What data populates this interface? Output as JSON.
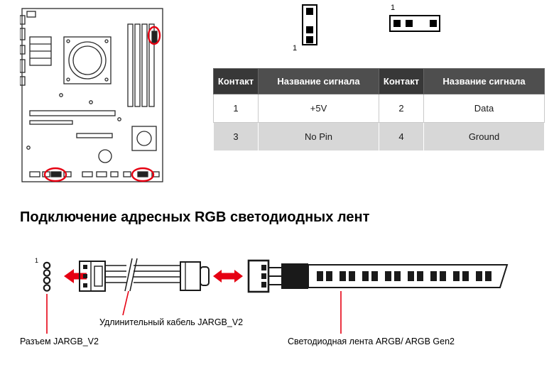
{
  "colors": {
    "accent_red": "#e60012",
    "table_header_pin_bg": "#383838",
    "table_header_signal_bg": "#4e4e4e",
    "table_alt_row_bg": "#d7d7d7"
  },
  "pin_diagrams": {
    "vertical_header_pin1_label": "1",
    "horizontal_header_pin1_label": "1"
  },
  "pin_table": {
    "headers": [
      "Контакт",
      "Название сигнала",
      "Контакт",
      "Название сигнала"
    ],
    "rows": [
      [
        "1",
        "+5V",
        "2",
        "Data"
      ],
      [
        "3",
        "No Pin",
        "4",
        "Ground"
      ]
    ]
  },
  "section": {
    "heading": "Подключение адресных RGB светодиодных лент"
  },
  "connection_diagram": {
    "pin1_label": "1",
    "labels": {
      "extension_cable": "Удлинительный кабель JARGB_V2",
      "connector": "Разъем JARGB_V2",
      "led_strip": "Светодиодная лента ARGB/ ARGB Gen2"
    }
  }
}
